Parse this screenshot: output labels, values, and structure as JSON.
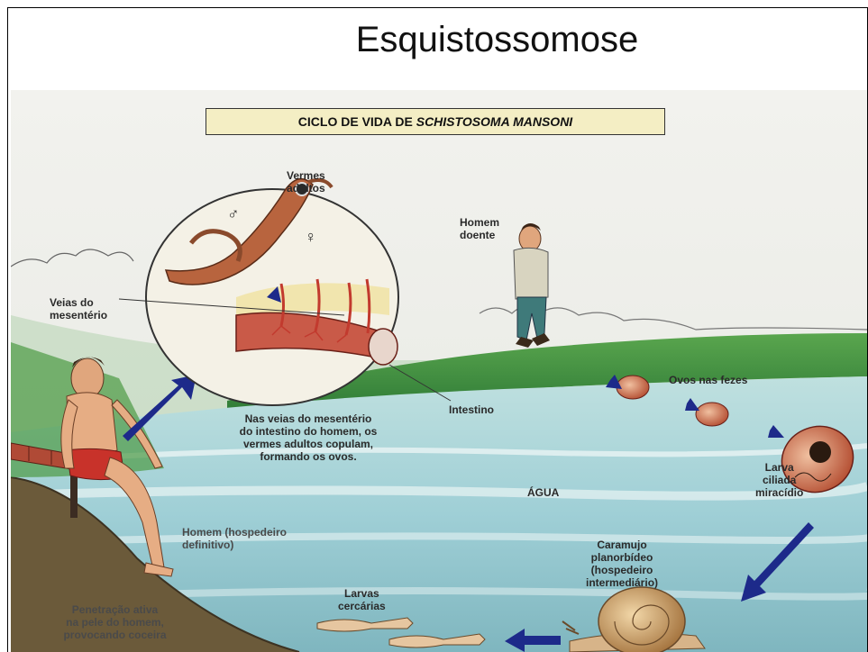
{
  "slide": {
    "title": "Esquistossomose"
  },
  "diagram": {
    "banner_prefix": "CICLO DE VIDA DE ",
    "banner_species": "SCHISTOSOMA MANSONI",
    "labels": {
      "vermes_adultos": "Vermes\nadultos",
      "male_symbol": "♂",
      "female_symbol": "♀",
      "homem_doente": "Homem\ndoente",
      "veias_mesenterio": "Veias do\nmesentério",
      "intestino": "Intestino",
      "ovos_fezes": "Ovos nas fezes",
      "copulam": "Nas veias do mesentério\ndo intestino do homem, os\nvermes adultos copulam,\nformando os ovos.",
      "larva_ciliada": "Larva\nciliada\nmiracídio",
      "agua": "ÁGUA",
      "homem_hospedeiro": "Homem (hospedeiro\ndefinitivo)",
      "caramujo": "Caramujo\nplanorbídeo\n(hospedeiro\nintermediário)",
      "larvas_cercarias": "Larvas\ncercárias",
      "penetracao": "Penetração ativa\nna pele do homem,\nprovocando coceira"
    }
  },
  "colors": {
    "water": "#9fcfd6",
    "grass": "#3f8f3a",
    "arrow": "#1d2a8a",
    "banner_bg": "#f4eec4",
    "worm": "#b8643e",
    "vein": "#c23a2e"
  }
}
